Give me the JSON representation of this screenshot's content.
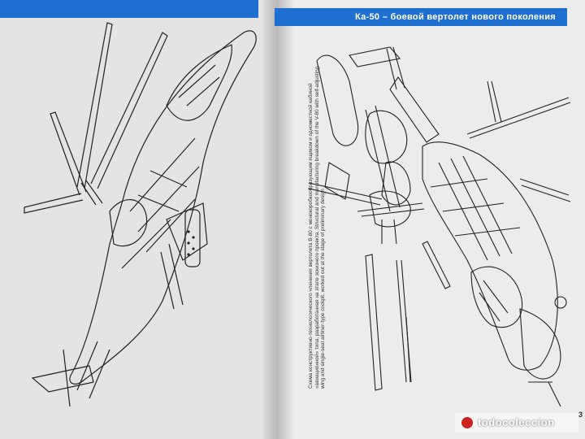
{
  "header": {
    "title": "Ка-50 – боевой вертолет нового поколения"
  },
  "caption": {
    "text": "Схема конструктивно-технологического членения вертолета В-80 с монокоробкообразующим ящиком и одноместной кабиной «авиационной» типа, разработанная на этапе эскизного проекта. Structural and manufacturing breakdown of the V-80 with self-adjusting wing and single-seat airliner-type cockpit, worked out at the stage of preliminary design"
  },
  "page_number": "3",
  "watermark": {
    "text": "todocoleccion"
  },
  "icons": {
    "watermark_logo": "todocoleccion-logo"
  },
  "colors": {
    "band": "#1f6fd1",
    "paper": "#ececec",
    "ink": "#222222"
  }
}
